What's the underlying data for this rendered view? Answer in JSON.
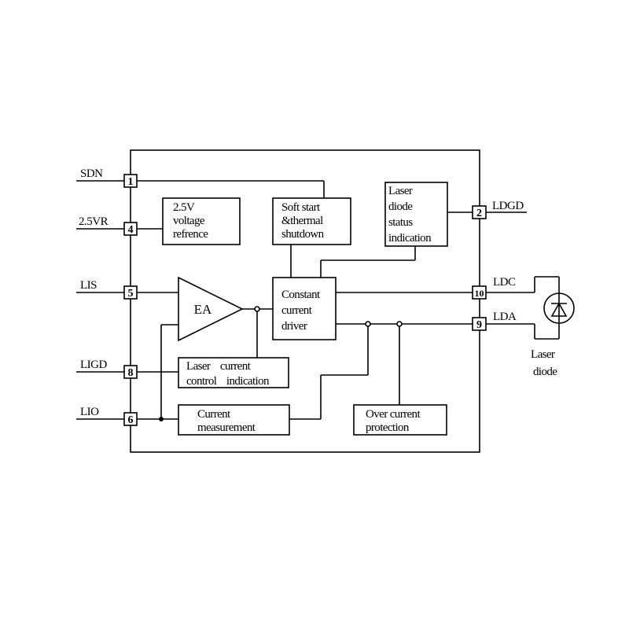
{
  "pins": {
    "p1": "1",
    "p4": "4",
    "p5": "5",
    "p8": "8",
    "p6": "6",
    "p2": "2",
    "p10": "10",
    "p9": "9"
  },
  "signals": {
    "sdn": "SDN",
    "vr": "2.5VR",
    "lis": "LIS",
    "ligd": "LIGD",
    "lio": "LIO",
    "ldgd": "LDGD",
    "ldc": "LDC",
    "lda": "LDA"
  },
  "blocks": {
    "ref": [
      "2.5V",
      "voltage",
      "refrence"
    ],
    "soft": [
      "Soft start",
      "&thermal",
      "shutdown"
    ],
    "status": [
      "Laser",
      "diode",
      "status",
      "indication"
    ],
    "ea": "EA",
    "driver": [
      "Constant",
      "current",
      "driver"
    ],
    "lcci": [
      "Laser    current",
      "control    indication"
    ],
    "meas": [
      "Current",
      "measurement"
    ],
    "ocp": [
      "Over current",
      "protection"
    ]
  },
  "laser": [
    "Laser",
    "diode"
  ]
}
